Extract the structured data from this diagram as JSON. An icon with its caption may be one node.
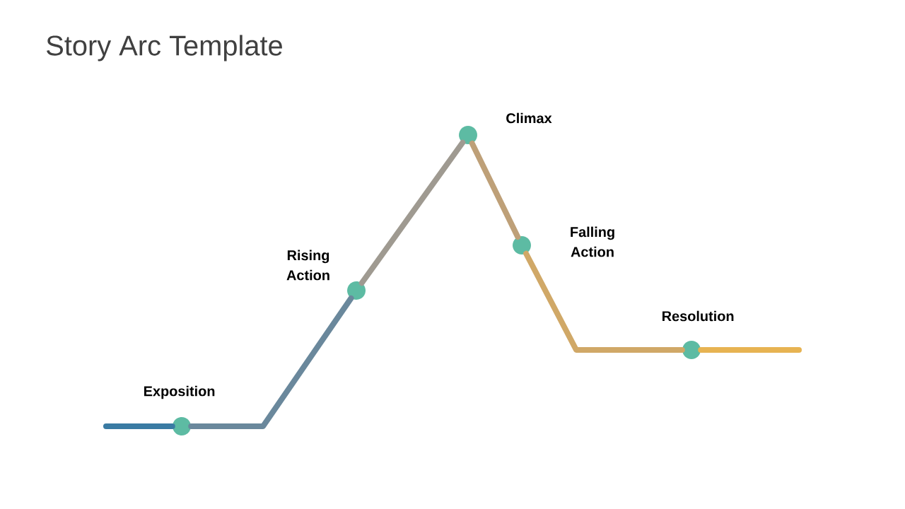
{
  "diagram": {
    "title": "Story Arc Template",
    "nodes": [
      {
        "text": [],
        "shape": "circle",
        "beside": [
          "Exposition"
        ]
      },
      {
        "text": [],
        "shape": "circle",
        "beside": [
          "Rising Action"
        ]
      },
      {
        "text": [],
        "shape": "circle",
        "beside": [
          "Climax"
        ]
      },
      {
        "text": [],
        "shape": "circle",
        "beside": [
          "Falling Action"
        ]
      },
      {
        "text": [],
        "shape": "circle",
        "beside": [
          "Resolution"
        ]
      }
    ],
    "edges": [
      {
        "from": null,
        "to": 0,
        "arrow": "none",
        "color": "#3a7ba3"
      },
      {
        "from": 0,
        "to": 1,
        "arrow": "none",
        "color": "#6a889c"
      },
      {
        "from": 1,
        "to": 2,
        "arrow": "none",
        "color": "#9f9a91"
      },
      {
        "from": 2,
        "to": 3,
        "arrow": "none",
        "color": "#bea078"
      },
      {
        "from": 3,
        "to": 4,
        "arrow": "none",
        "color": "#d0a867"
      },
      {
        "from": 4,
        "to": null,
        "arrow": "none",
        "color": "#e7b352"
      }
    ]
  }
}
